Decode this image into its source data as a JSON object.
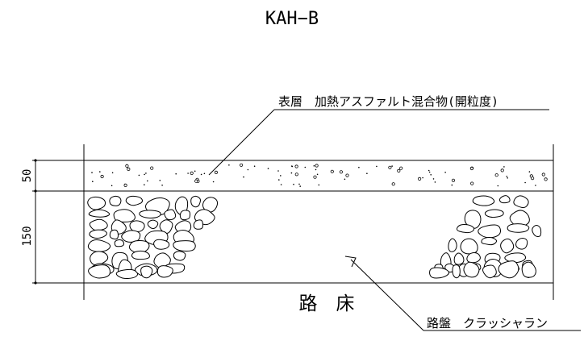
{
  "title": "KAH−B",
  "annotations": {
    "surface_layer": "表層　加熱アスファルト混合物(開粒度)",
    "base_layer": "路盤　クラッシャラン",
    "subgrade": "路　床"
  },
  "dimensions": {
    "surface_thickness": "50",
    "base_thickness": "150"
  }
}
